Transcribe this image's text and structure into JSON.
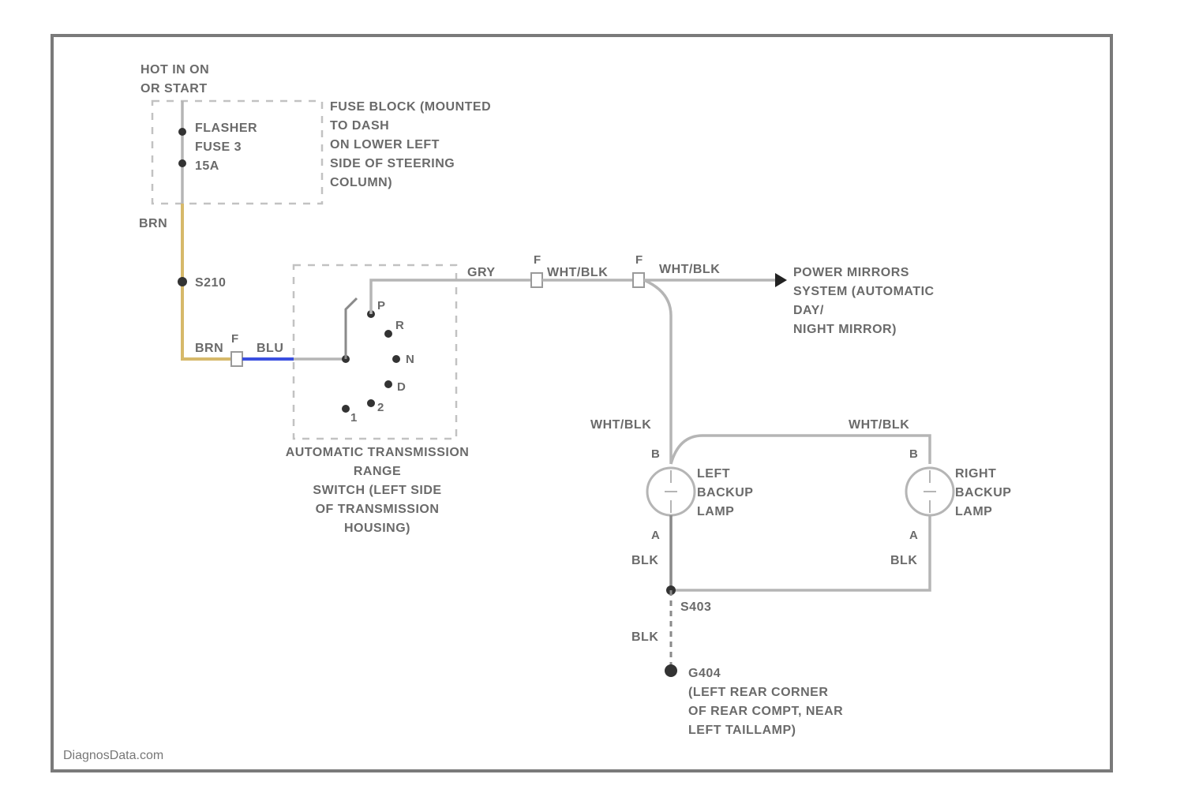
{
  "power_source": {
    "line1": "HOT IN ON",
    "line2": "OR START"
  },
  "fuse_block": {
    "fuse_label": [
      "FLASHER",
      "FUSE 3",
      "15A"
    ],
    "description": [
      "FUSE BLOCK (MOUNTED",
      "TO DASH",
      "ON LOWER LEFT",
      "SIDE OF STEERING",
      "COLUMN)"
    ]
  },
  "wires": {
    "fuse_out": "BRN",
    "splice": "S210",
    "switch_in_brn": "BRN",
    "switch_in_blu": "BLU",
    "switch_out": "GRY",
    "mid_wht_blk": "WHT/BLK",
    "mirror_wht_blk": "WHT/BLK",
    "left_lamp_wht_blk": "WHT/BLK",
    "right_lamp_wht_blk": "WHT/BLK",
    "left_ground_blk": "BLK",
    "right_ground_blk": "BLK",
    "ground_blk": "BLK",
    "ground_splice": "S403"
  },
  "connector_pins": {
    "c1": "F",
    "c2": "F",
    "c3": "F",
    "left_b": "B",
    "left_a": "A",
    "right_b": "B",
    "right_a": "A"
  },
  "switch": {
    "positions": [
      "P",
      "R",
      "N",
      "D",
      "2",
      "1"
    ],
    "label": [
      "AUTOMATIC TRANSMISSION",
      "RANGE",
      "SWITCH (LEFT SIDE",
      "OF TRANSMISSION",
      "HOUSING)"
    ]
  },
  "mirror_destination": [
    "POWER MIRRORS",
    "SYSTEM (AUTOMATIC",
    "DAY/",
    "NIGHT MIRROR)"
  ],
  "left_lamp": [
    "LEFT",
    "BACKUP",
    "LAMP"
  ],
  "right_lamp": [
    "RIGHT",
    "BACKUP",
    "LAMP"
  ],
  "ground": [
    "G404",
    "(LEFT REAR CORNER",
    "OF REAR COMPT, NEAR",
    "LEFT TAILLAMP)"
  ],
  "watermark": "DiagnosData.com",
  "colors": {
    "brn_wire": "#d6b96a",
    "blu_wire": "#3a4fe0",
    "wire": "#b5b5b5",
    "border": "#7a7a7a"
  }
}
